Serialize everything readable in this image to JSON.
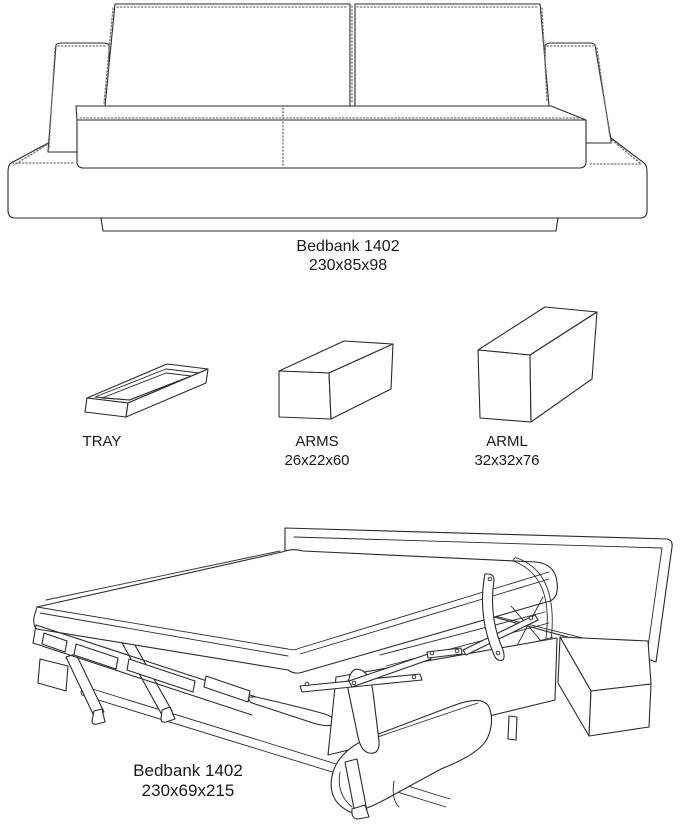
{
  "page": {
    "type": "furniture-specification-drawing",
    "background_color": "#ffffff",
    "line_color": "#2b2b2b",
    "piping_color": "#757575"
  },
  "figures": {
    "sofa_closed": {
      "title": "Bedbank 1402",
      "dimensions": "230x85x98"
    },
    "accessories": [
      {
        "name": "TRAY",
        "dimensions": ""
      },
      {
        "name": "ARMS",
        "dimensions": "26x22x60"
      },
      {
        "name": "ARML",
        "dimensions": "32x32x76"
      }
    ],
    "sofa_open": {
      "title": "Bedbank 1402",
      "dimensions": "230x69x215"
    }
  }
}
